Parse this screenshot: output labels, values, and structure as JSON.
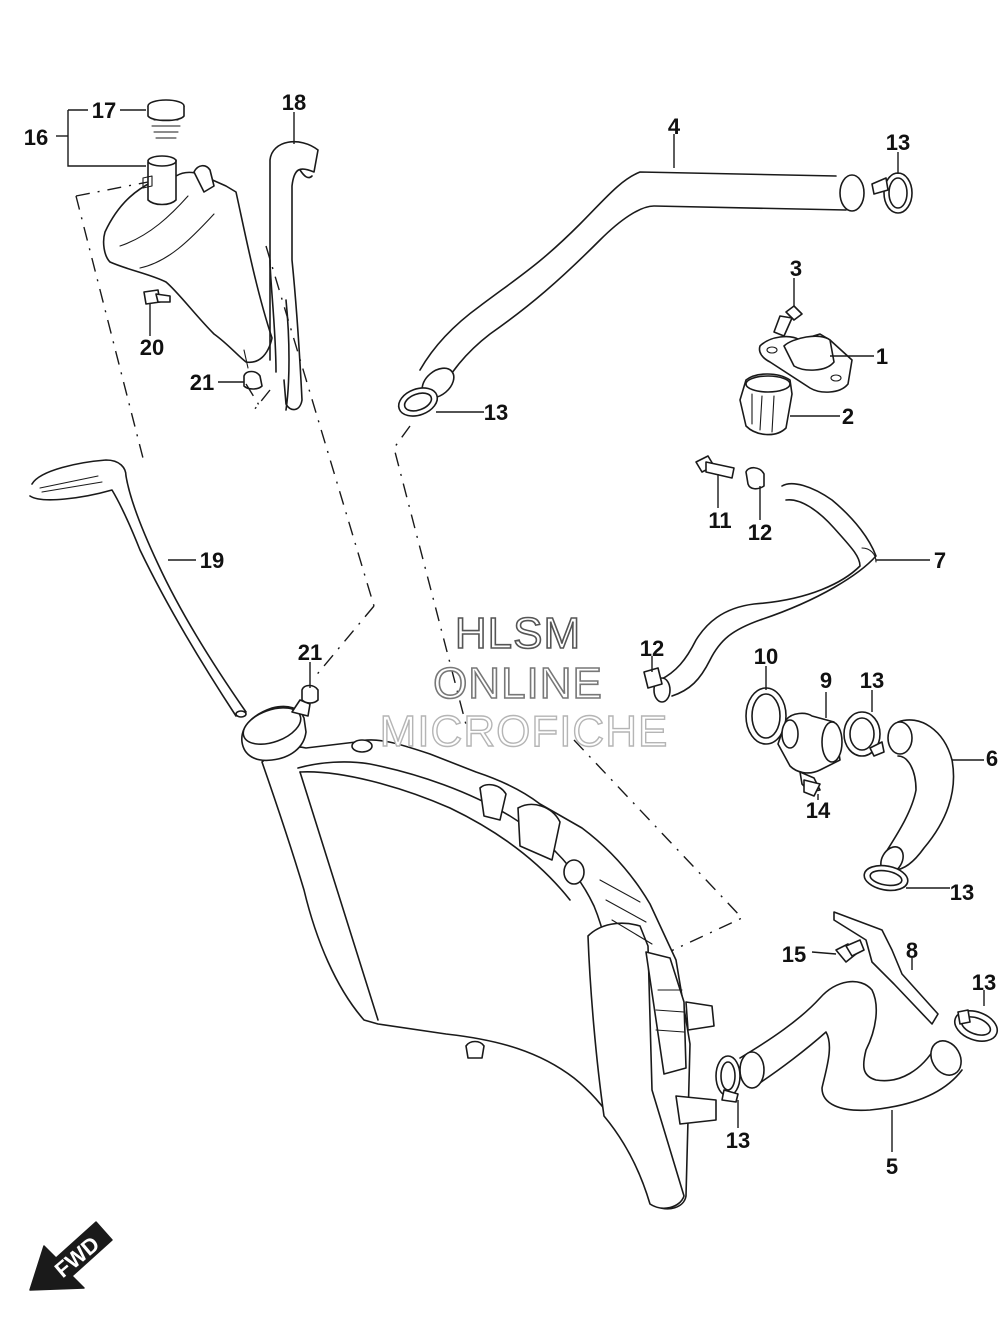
{
  "watermark": {
    "line1": "HLSM",
    "line2": "ONLINE",
    "line3": "MICROFICHE"
  },
  "fwd_label": "FWD",
  "callouts": {
    "c1": "1",
    "c2": "2",
    "c3": "3",
    "c4": "4",
    "c5": "5",
    "c6": "6",
    "c7": "7",
    "c8": "8",
    "c9": "9",
    "c10": "10",
    "c11": "11",
    "c12a": "12",
    "c12b": "12",
    "c13a": "13",
    "c13b": "13",
    "c13c": "13",
    "c13d": "13",
    "c13e": "13",
    "c13f": "13",
    "c14": "14",
    "c15": "15",
    "c16": "16",
    "c17": "17",
    "c18": "18",
    "c19": "19",
    "c20": "20",
    "c21a": "21",
    "c21b": "21"
  },
  "icons": {
    "fwd_arrow": "arrow-down-left-icon"
  }
}
